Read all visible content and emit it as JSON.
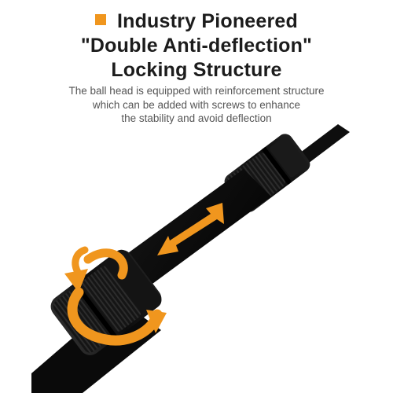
{
  "heading": {
    "lines": [
      "Industry Pioneered",
      "\"Double Anti-deflection\"",
      "Locking Structure"
    ],
    "bullet_color": "#f0961e"
  },
  "description": {
    "lines": [
      "The ball head is equipped with reinforcement structure",
      "which can be added with screws to enhance",
      "the stability and avoid deflection"
    ]
  },
  "colors": {
    "accent": "#f0961e",
    "product": "#111111"
  },
  "icons": {
    "bullet": "orange-square",
    "extension_arrow": "double-headed-arrow",
    "rotation_arrow": "circular-rotation-arrow"
  }
}
